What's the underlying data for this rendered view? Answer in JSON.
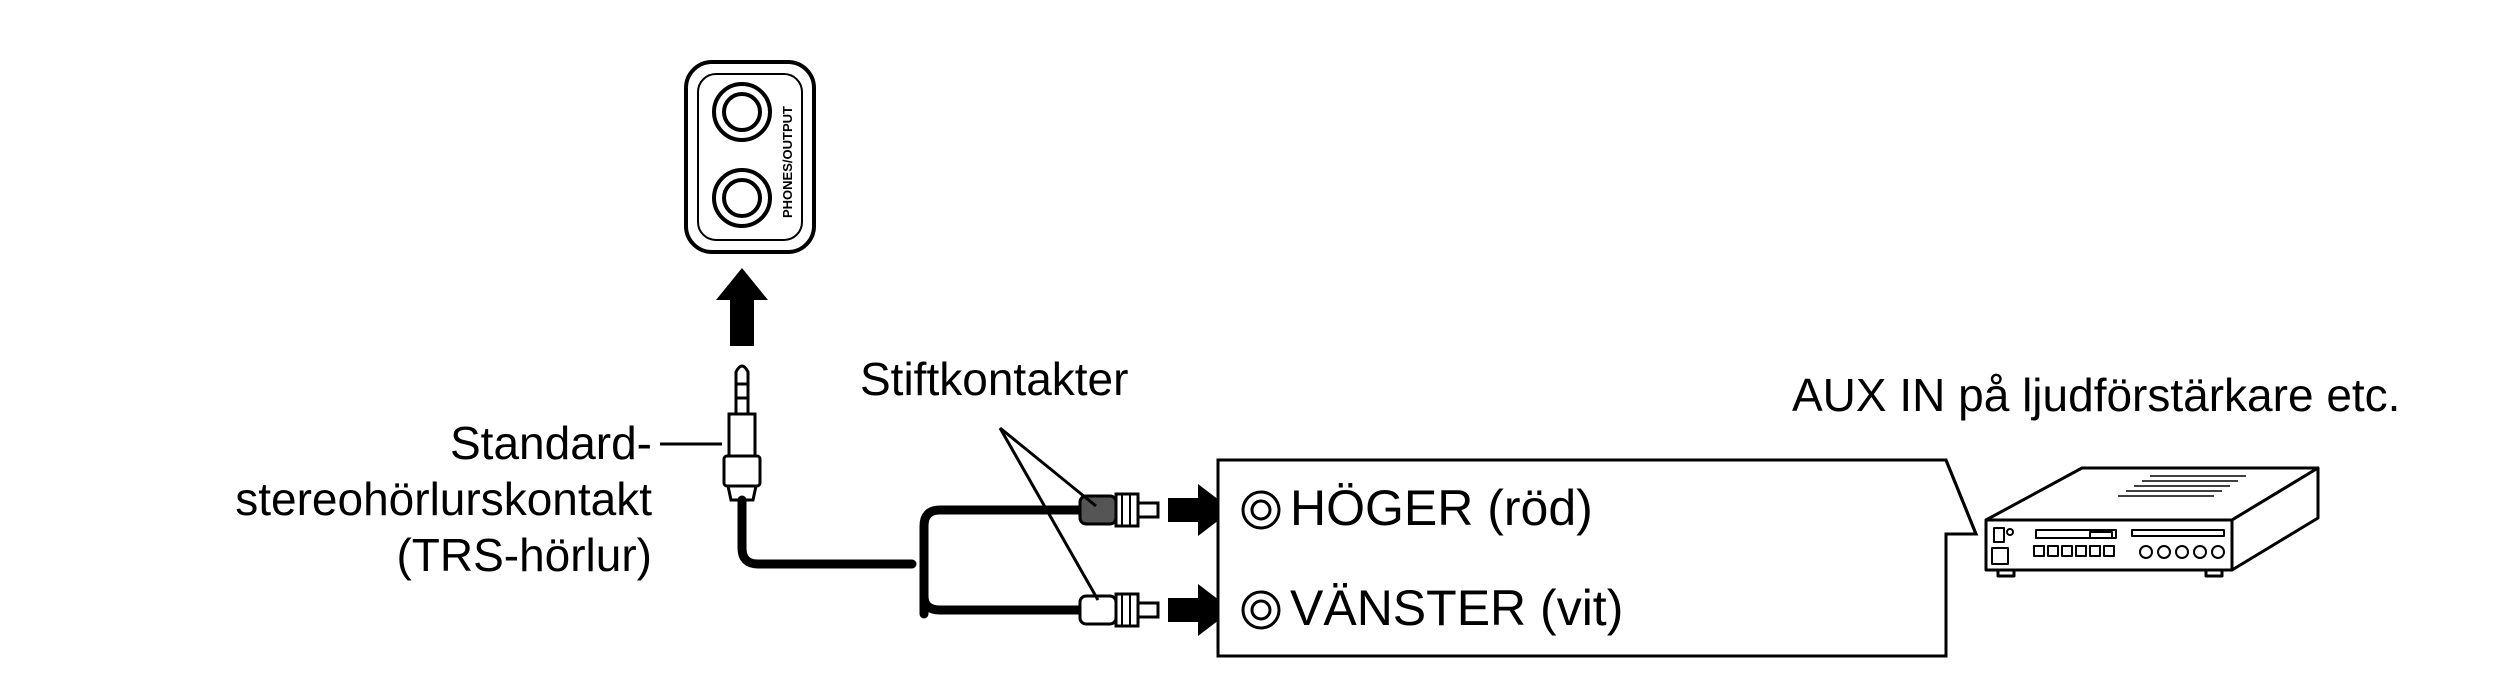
{
  "labels": {
    "jack_panel_text": "PHONES/OUTPUT",
    "pin_plugs": "Stiftkontakter",
    "trs_line1": "Standard-",
    "trs_line2": "stereohörlurskontakt",
    "trs_line3": "(TRS-hörlur)",
    "right_channel": "HÖGER (röd)",
    "left_channel": "VÄNSTER (vit)",
    "aux_in": "AUX IN på ljudförstärkare etc."
  },
  "colors": {
    "line": "#000000",
    "background": "#ffffff",
    "red_plug_body": "#555555"
  },
  "icons": {
    "jack_panel": "phones-output-jack-panel",
    "arrow": "filled-arrow",
    "trs_plug": "trs-phone-plug",
    "rca_plug": "rca-pin-plug",
    "amplifier": "audio-amplifier"
  }
}
